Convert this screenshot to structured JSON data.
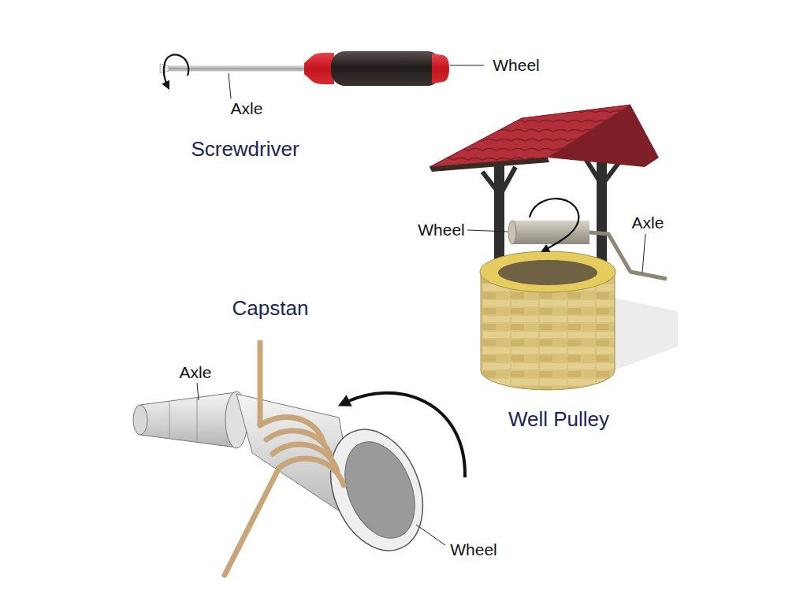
{
  "diagram": {
    "labels": [
      "Wheel",
      "Axle",
      "Screwdriver",
      "Axle",
      "Wheel",
      "Capstan",
      "Axle",
      "Well Pulley",
      "Wheel"
    ]
  }
}
